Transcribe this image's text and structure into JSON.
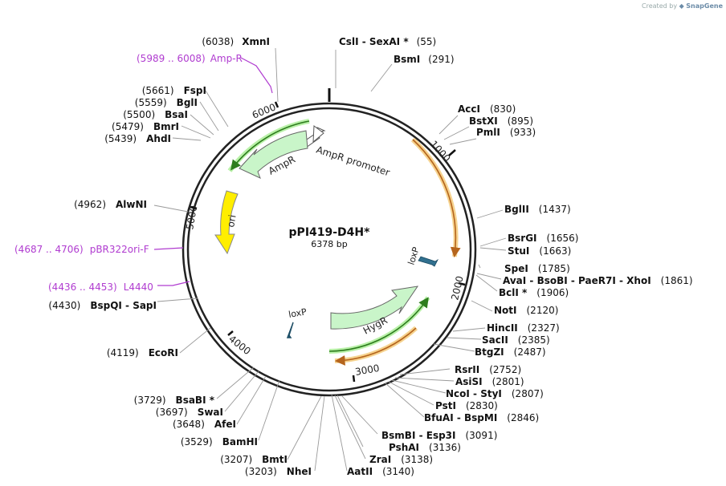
{
  "brand": {
    "created_by": "Created by",
    "product": "SnapGene"
  },
  "plasmid": {
    "name": "pPI419-D4H*",
    "length": "6378 bp",
    "total_bp": 6378
  },
  "scale_ticks": [
    "1000",
    "2000",
    "3000",
    "4000",
    "5000",
    "6000"
  ],
  "features": [
    {
      "name": "AmpR promoter",
      "color": "#ffffff"
    },
    {
      "name": "AmpR",
      "color": "#c9f5c9"
    },
    {
      "name": "ori",
      "color": "#ffee00"
    },
    {
      "name": "HygR",
      "color": "#c9f5c9"
    },
    {
      "name": "loxP",
      "color": "#31708f"
    },
    {
      "name": "loxP",
      "color": "#31708f"
    }
  ],
  "primer_features": [
    {
      "range": "(5989 .. 6008)",
      "name": "Amp-R"
    },
    {
      "range": "(4687 .. 4706)",
      "name": "pBR322ori-F"
    },
    {
      "range": "(4436 .. 4453)",
      "name": "L4440"
    }
  ],
  "sites_right": [
    {
      "name": "CslI  - SexAI *",
      "pos": "(55)"
    },
    {
      "name": "BsmI",
      "pos": "(291)"
    },
    {
      "name": "AccI",
      "pos": "(830)"
    },
    {
      "name": "BstXI",
      "pos": "(895)"
    },
    {
      "name": "PmlI",
      "pos": "(933)"
    },
    {
      "name": "BglII",
      "pos": "(1437)"
    },
    {
      "name": "BsrGI",
      "pos": "(1656)"
    },
    {
      "name": "StuI",
      "pos": "(1663)"
    },
    {
      "name": "SpeI",
      "pos": "(1785)"
    },
    {
      "name": "AvaI  - BsoBI  - PaeR7I  - XhoI",
      "pos": "(1861)"
    },
    {
      "name": "BclI *",
      "pos": "(1906)"
    },
    {
      "name": "NotI",
      "pos": "(2120)"
    },
    {
      "name": "HincII",
      "pos": "(2327)"
    },
    {
      "name": "SacII",
      "pos": "(2385)"
    },
    {
      "name": "BtgZI",
      "pos": "(2487)"
    },
    {
      "name": "RsrII",
      "pos": "(2752)"
    },
    {
      "name": "AsiSI",
      "pos": "(2801)"
    },
    {
      "name": "NcoI  - StyI",
      "pos": "(2807)"
    },
    {
      "name": "PstI",
      "pos": "(2830)"
    },
    {
      "name": "BfuAI  - BspMI",
      "pos": "(2846)"
    },
    {
      "name": "BsmBI  - Esp3I",
      "pos": "(3091)"
    },
    {
      "name": "PshAI",
      "pos": "(3136)"
    },
    {
      "name": "ZraI",
      "pos": "(3138)"
    },
    {
      "name": "AatII",
      "pos": "(3140)"
    }
  ],
  "sites_left": [
    {
      "name": "XmnI",
      "pos": "(6038)"
    },
    {
      "name": "FspI",
      "pos": "(5661)"
    },
    {
      "name": "BglI",
      "pos": "(5559)"
    },
    {
      "name": "BsaI",
      "pos": "(5500)"
    },
    {
      "name": "BmrI",
      "pos": "(5479)"
    },
    {
      "name": "AhdI",
      "pos": "(5439)"
    },
    {
      "name": "AlwNI",
      "pos": "(4962)"
    },
    {
      "name": "BspQI  - SapI",
      "pos": "(4430)"
    },
    {
      "name": "EcoRI",
      "pos": "(4119)"
    },
    {
      "name": "BsaBI *",
      "pos": "(3729)"
    },
    {
      "name": "SwaI",
      "pos": "(3697)"
    },
    {
      "name": "AfeI",
      "pos": "(3648)"
    },
    {
      "name": "BamHI",
      "pos": "(3529)"
    },
    {
      "name": "BmtI",
      "pos": "(3207)"
    },
    {
      "name": "NheI",
      "pos": "(3203)"
    }
  ]
}
